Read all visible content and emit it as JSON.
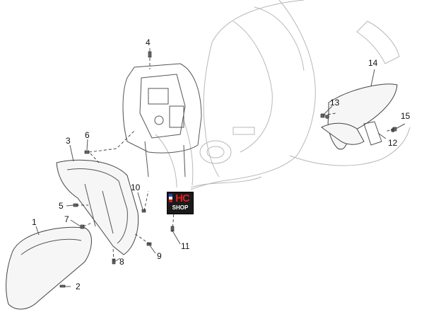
{
  "callouts": {
    "n1": "1",
    "n2": "2",
    "n3": "3",
    "n4": "4",
    "n5": "5",
    "n6": "6",
    "n7": "7",
    "n8": "8",
    "n9": "9",
    "n10": "10",
    "n11": "11",
    "n12": "12",
    "n13": "13",
    "n14": "14",
    "n15": "15"
  },
  "logo": {
    "main": "HC",
    "sub": "SHOP",
    "colors": {
      "main": "#e21c1c",
      "bg": "#1a1a1a"
    }
  }
}
